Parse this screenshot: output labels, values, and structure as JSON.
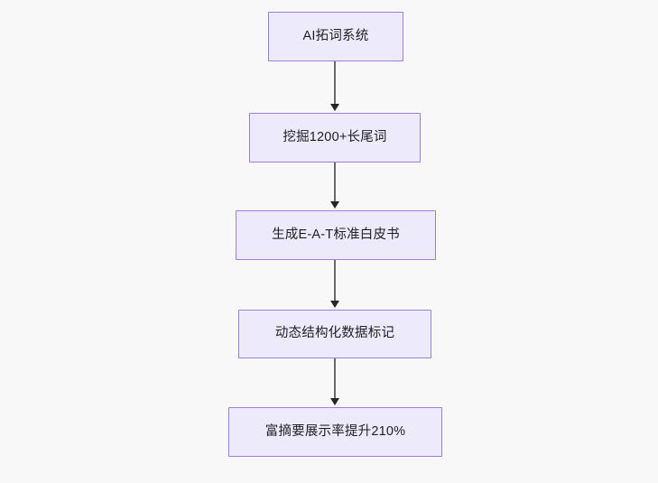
{
  "diagram": {
    "type": "flowchart",
    "direction": "top-to-bottom",
    "background_color": "#f8f8f8",
    "node_fill_color": "#ECEAFB",
    "node_border_color": "#9D7FD4",
    "node_text_color": "#1f1f22",
    "edge_color": "#6a6a6a",
    "arrowhead_color": "#262626",
    "nodes": [
      {
        "id": "n1",
        "label": "AI拓词系统"
      },
      {
        "id": "n2",
        "label": "挖掘1200+长尾词"
      },
      {
        "id": "n3",
        "label": "生成E-A-T标准白皮书"
      },
      {
        "id": "n4",
        "label": "动态结构化数据标记"
      },
      {
        "id": "n5",
        "label": "富摘要展示率提升210%"
      }
    ],
    "edges": [
      {
        "from": "n1",
        "to": "n2",
        "label": ""
      },
      {
        "from": "n2",
        "to": "n3",
        "label": ""
      },
      {
        "from": "n3",
        "to": "n4",
        "label": ""
      },
      {
        "from": "n4",
        "to": "n5",
        "label": ""
      }
    ]
  }
}
